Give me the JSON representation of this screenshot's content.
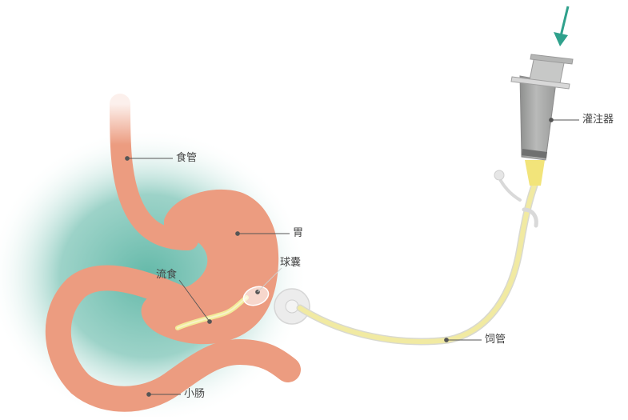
{
  "labels": {
    "esophagus": "食管",
    "stomach": "胃",
    "balloon": "球囊",
    "liquid_food": "流食",
    "small_intestine": "小肠",
    "syringe": "灌注器",
    "feeding_tube": "饲管"
  },
  "colors": {
    "background_glow": "#5bb5a4",
    "organ": "#ec9c80",
    "organ_outline": "#e58d70",
    "intestine_fade": "#e9c3b3",
    "tube": "#f1eaa2",
    "tube_edge": "#d9d9cf",
    "syringe_barrel": "#a9aaa9",
    "syringe_plunger": "#8b8b8b",
    "syringe_tip_fluid": "#f2e47a",
    "arrow": "#2fa18c",
    "leader_line": "#555555"
  },
  "icons": {
    "pressure_arrow": "down-arrow-icon"
  }
}
